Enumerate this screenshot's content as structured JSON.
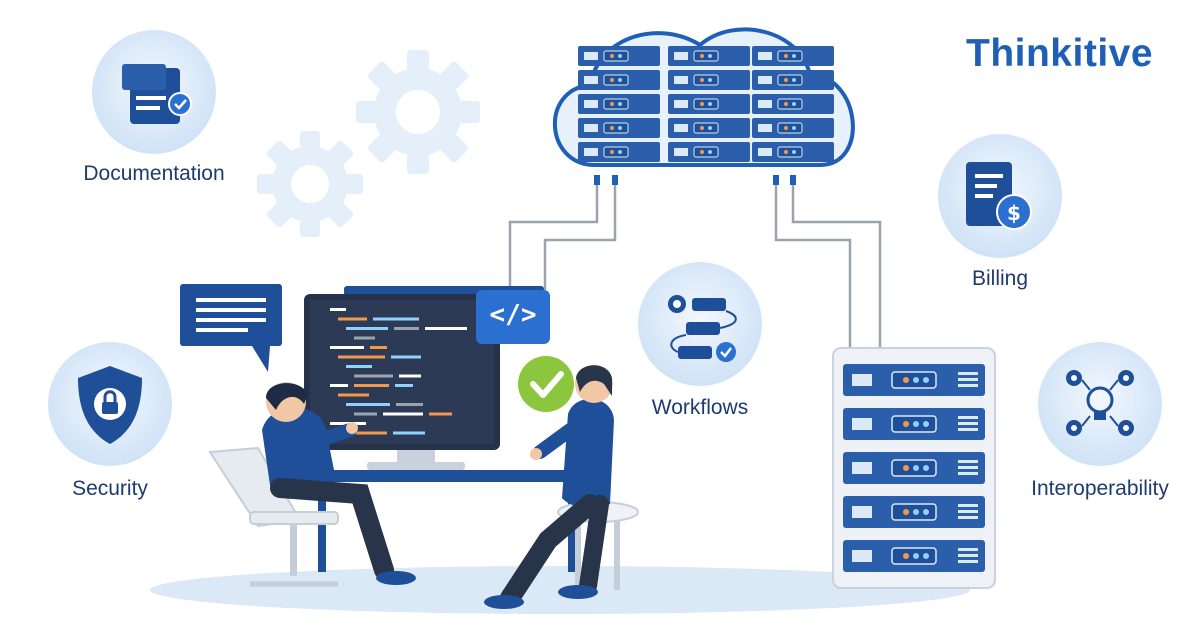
{
  "brand": {
    "name": "Thinkitive",
    "primary_color": "#1f5fb5",
    "accent_color": "#8cc63f"
  },
  "features": {
    "documentation": {
      "label": "Documentation",
      "icon": "document-icon"
    },
    "security": {
      "label": "Security",
      "icon": "shield-lock-icon"
    },
    "workflows": {
      "label": "Workflows",
      "icon": "workflow-icon"
    },
    "billing": {
      "label": "Billing",
      "icon": "invoice-dollar-icon"
    },
    "interoperability": {
      "label": "Interoperability",
      "icon": "lightbulb-gears-icon"
    }
  },
  "illustration": {
    "code_badge": "</>",
    "elements": [
      "cloud-server-icon",
      "server-rack-icon",
      "gear-icon",
      "monitor-code-icon",
      "chat-bubble-icon",
      "checkmark-badge-icon"
    ]
  },
  "colors": {
    "navy": "#1d3b6e",
    "blue": "#2b5fab",
    "light_blue": "#dceaf8",
    "green": "#8cc63f"
  }
}
